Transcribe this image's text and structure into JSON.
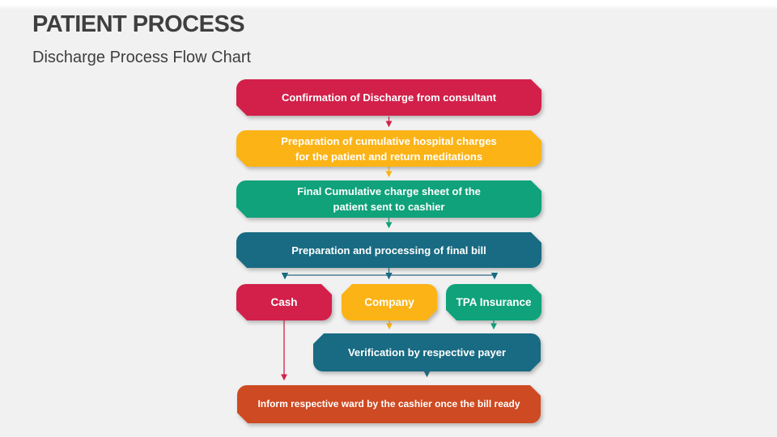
{
  "header": {
    "title": "PATIENT PROCESS",
    "subtitle": "Discharge Process Flow Chart"
  },
  "colors": {
    "red": "#D2204A",
    "yellow": "#FBB316",
    "green": "#0FA27B",
    "teal": "#186B82",
    "teal_light": "#4E7E94",
    "orange": "#CE4A22",
    "background": "#F1F1F1",
    "heading": "#3F3F3F"
  },
  "flow": {
    "nodes": [
      {
        "name": "confirmation",
        "color": "red",
        "lines": [
          "Confirmation of Discharge from consultant"
        ]
      },
      {
        "name": "cumulative-charges",
        "color": "yellow",
        "lines": [
          "Preparation of cumulative hospital charges",
          "for the patient and  return meditations"
        ]
      },
      {
        "name": "charge-sheet",
        "color": "green",
        "lines": [
          "Final Cumulative charge sheet of the",
          "patient sent to cashier"
        ]
      },
      {
        "name": "final-bill",
        "color": "teal",
        "lines": [
          "Preparation and processing of final bill"
        ]
      },
      {
        "name": "cash",
        "color": "red",
        "lines": [
          "Cash"
        ]
      },
      {
        "name": "company",
        "color": "yellow",
        "lines": [
          "Company"
        ]
      },
      {
        "name": "tpa-insurance",
        "color": "green",
        "lines": [
          "TPA Insurance"
        ]
      },
      {
        "name": "verification",
        "color": "teal",
        "lines": [
          "Verification by respective payer"
        ]
      },
      {
        "name": "inform-ward",
        "color": "orange",
        "lines": [
          "Inform respective ward by the cashier once the bill ready"
        ]
      }
    ]
  }
}
